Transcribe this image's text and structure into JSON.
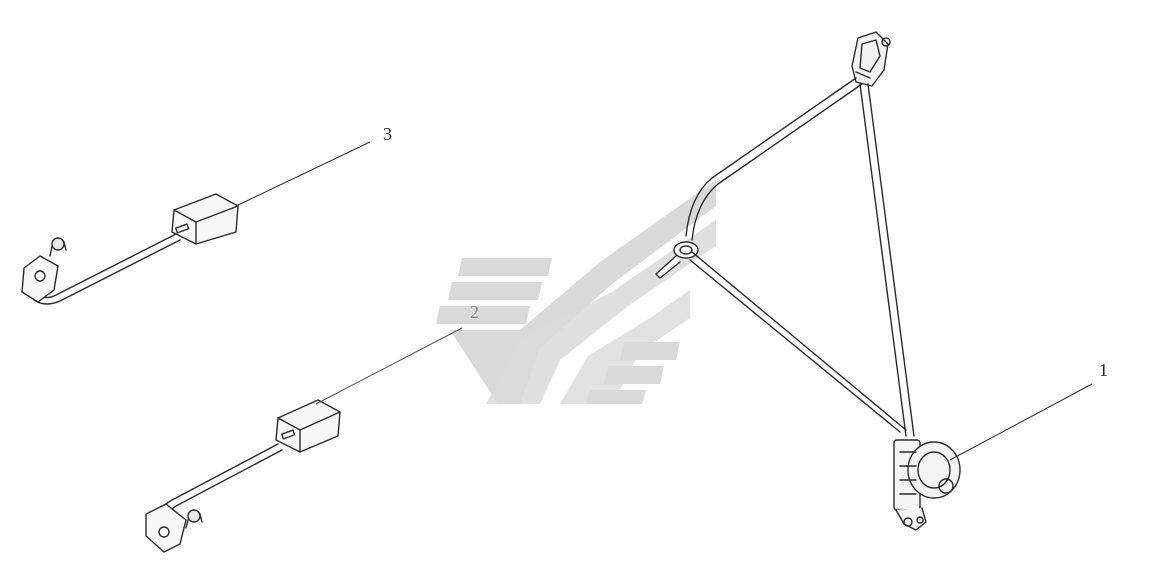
{
  "callouts": [
    {
      "id": "1",
      "label": "1"
    },
    {
      "id": "2",
      "label": "2"
    },
    {
      "id": "3",
      "label": "3"
    }
  ],
  "colors": {
    "line": "#2a2a2a",
    "watermark": "#d9d9d9",
    "background": "#ffffff"
  }
}
